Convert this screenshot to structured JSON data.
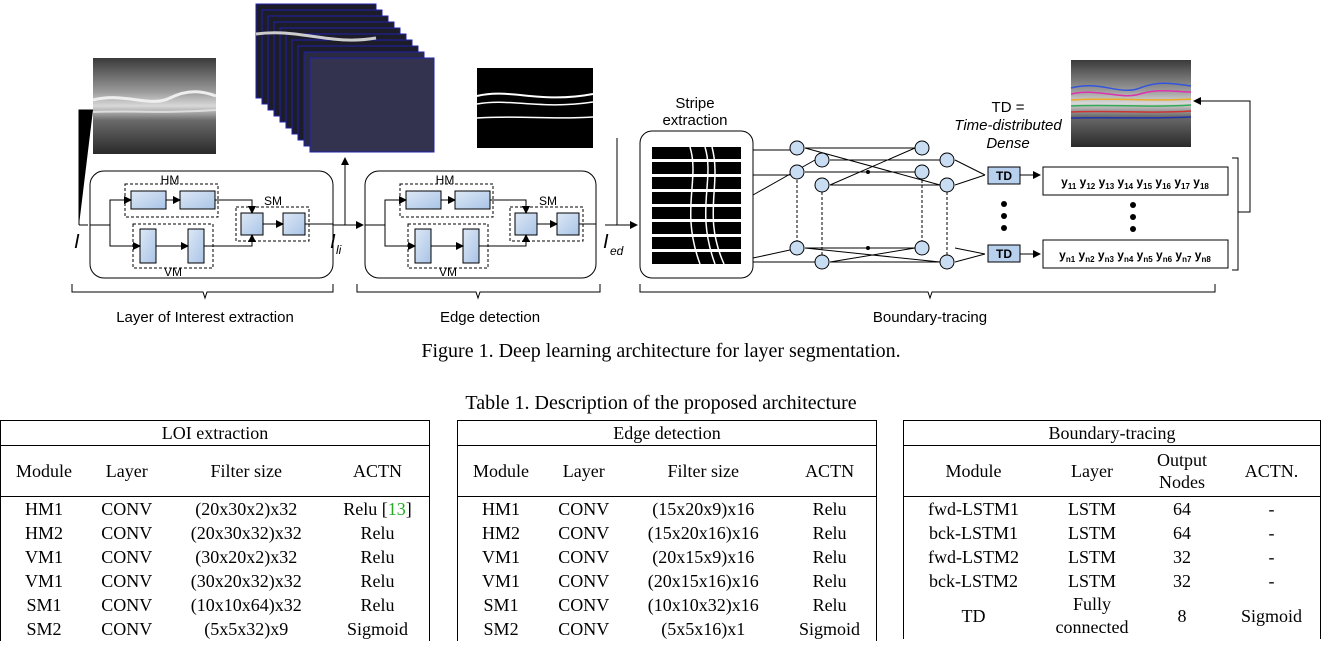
{
  "figure": {
    "input_label": "I",
    "lli_label": "I",
    "lli_sub": "li",
    "led_label": "I",
    "led_sub": "ed",
    "hm": "HM",
    "vm": "VM",
    "sm": "SM",
    "stripe_title_1": "Stripe",
    "stripe_title_2": "extraction",
    "td_note_1": "TD =",
    "td_note_2": "Time-distributed",
    "td_note_3": "Dense",
    "td": "TD",
    "out_row1": [
      "y11",
      "y12",
      "y13",
      "y14",
      "y15",
      "y16",
      "y17",
      "y18"
    ],
    "out_rowN": [
      "yn1",
      "yn2",
      "yn3",
      "yn4",
      "yn5",
      "yn6",
      "yn7",
      "yn8"
    ],
    "brace_1": "Layer of Interest extraction",
    "brace_2": "Edge detection",
    "brace_3": "Boundary-tracing"
  },
  "fig_caption": "Figure 1. Deep learning architecture for layer segmentation.",
  "table_caption": "Table 1. Description of the proposed architecture",
  "tables": {
    "loi": {
      "title": "LOI extraction",
      "headers": [
        "Module",
        "Layer",
        "Filter size",
        "ACTN"
      ],
      "rows": [
        [
          "HM1",
          "CONV",
          "(20x30x2)x32",
          "Relu [13]"
        ],
        [
          "HM2",
          "CONV",
          "(20x30x32)x32",
          "Relu"
        ],
        [
          "VM1",
          "CONV",
          "(30x20x2)x32",
          "Relu"
        ],
        [
          "VM1",
          "CONV",
          "(30x20x32)x32",
          "Relu"
        ],
        [
          "SM1",
          "CONV",
          "(10x10x64)x32",
          "Relu"
        ],
        [
          "SM2",
          "CONV",
          "(5x5x32)x9",
          "Sigmoid"
        ]
      ]
    },
    "edge": {
      "title": "Edge detection",
      "headers": [
        "Module",
        "Layer",
        "Filter size",
        "ACTN"
      ],
      "rows": [
        [
          "HM1",
          "CONV",
          "(15x20x9)x16",
          "Relu"
        ],
        [
          "HM2",
          "CONV",
          "(15x20x16)x16",
          "Relu"
        ],
        [
          "VM1",
          "CONV",
          "(20x15x9)x16",
          "Relu"
        ],
        [
          "VM1",
          "CONV",
          "(20x15x16)x16",
          "Relu"
        ],
        [
          "SM1",
          "CONV",
          "(10x10x32)x16",
          "Relu"
        ],
        [
          "SM2",
          "CONV",
          "(5x5x16)x1",
          "Sigmoid"
        ]
      ]
    },
    "bt": {
      "title": "Boundary-tracing",
      "headers": [
        "Module",
        "Layer",
        "Output Nodes",
        "ACTN."
      ],
      "rows": [
        [
          "fwd-LSTM1",
          "LSTM",
          "64",
          "-"
        ],
        [
          "bck-LSTM1",
          "LSTM",
          "64",
          "-"
        ],
        [
          "fwd-LSTM2",
          "LSTM",
          "32",
          "-"
        ],
        [
          "bck-LSTM2",
          "LSTM",
          "32",
          "-"
        ],
        [
          "TD",
          "Fully connected",
          "8",
          "Sigmoid"
        ]
      ]
    }
  }
}
